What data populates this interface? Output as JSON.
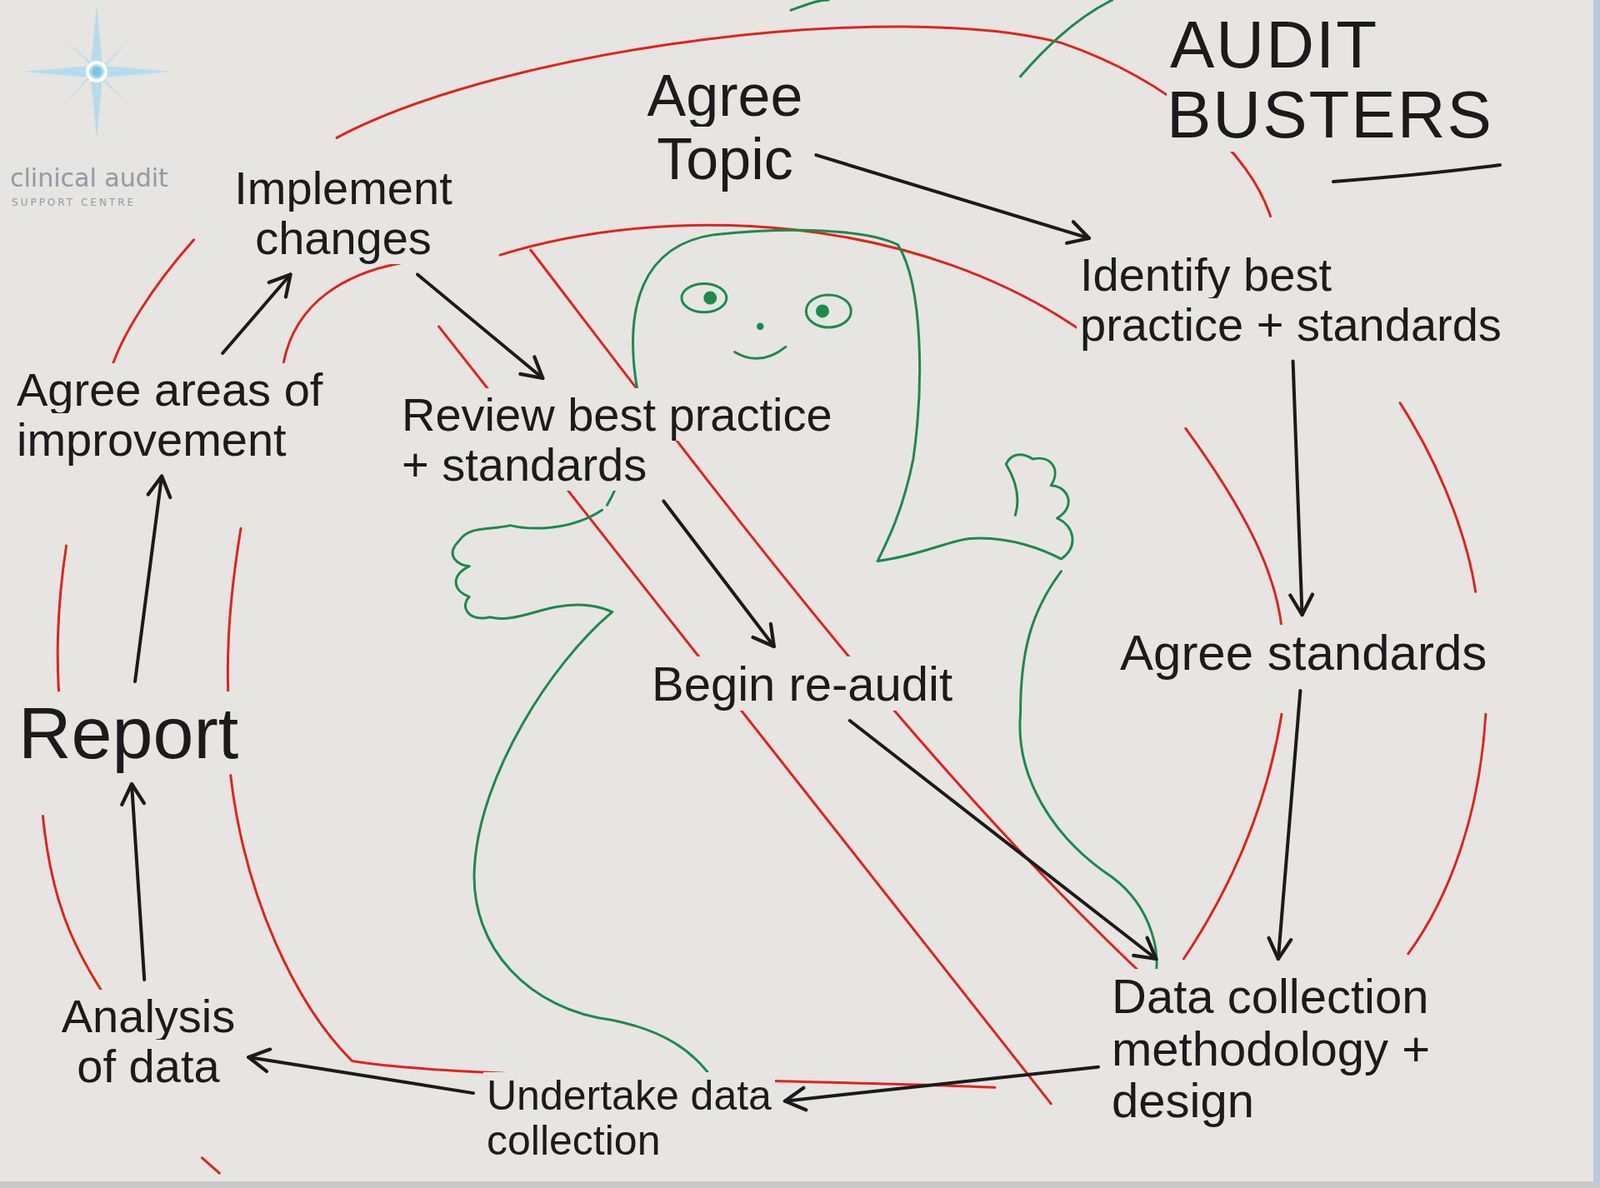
{
  "diagram": {
    "title": "AUDIT BUSTERS",
    "nodes": [
      {
        "text": [
          "Agree Topic"
        ]
      },
      {
        "text": [
          "Identify best practice + standards"
        ]
      },
      {
        "text": [
          "Agree standards"
        ]
      },
      {
        "text": [
          "Data collection methodology + design"
        ]
      },
      {
        "text": [
          "Undertake data collection"
        ]
      },
      {
        "text": [
          "Analysis of data"
        ]
      },
      {
        "text": [
          "Report"
        ]
      },
      {
        "text": [
          "Agree areas of improvement"
        ]
      },
      {
        "text": [
          "Implement changes"
        ]
      },
      {
        "text": [
          "Review best practice + standards"
        ]
      },
      {
        "text": [
          "Begin re-audit"
        ]
      }
    ],
    "edges": [
      {
        "from": 0,
        "to": 1,
        "arrow": "to"
      },
      {
        "from": 1,
        "to": 2,
        "arrow": "to"
      },
      {
        "from": 2,
        "to": 3,
        "arrow": "to"
      },
      {
        "from": 3,
        "to": 4,
        "arrow": "to"
      },
      {
        "from": 4,
        "to": 5,
        "arrow": "to"
      },
      {
        "from": 5,
        "to": 6,
        "arrow": "to"
      },
      {
        "from": 6,
        "to": 7,
        "arrow": "to"
      },
      {
        "from": 7,
        "to": 8,
        "arrow": "to"
      },
      {
        "from": 8,
        "to": 9,
        "arrow": "to"
      },
      {
        "from": 9,
        "to": 10,
        "arrow": "to"
      },
      {
        "from": 10,
        "to": 3,
        "arrow": "to"
      }
    ],
    "labels": [
      "clinical audit",
      "SUPPORT CENTRE"
    ]
  }
}
